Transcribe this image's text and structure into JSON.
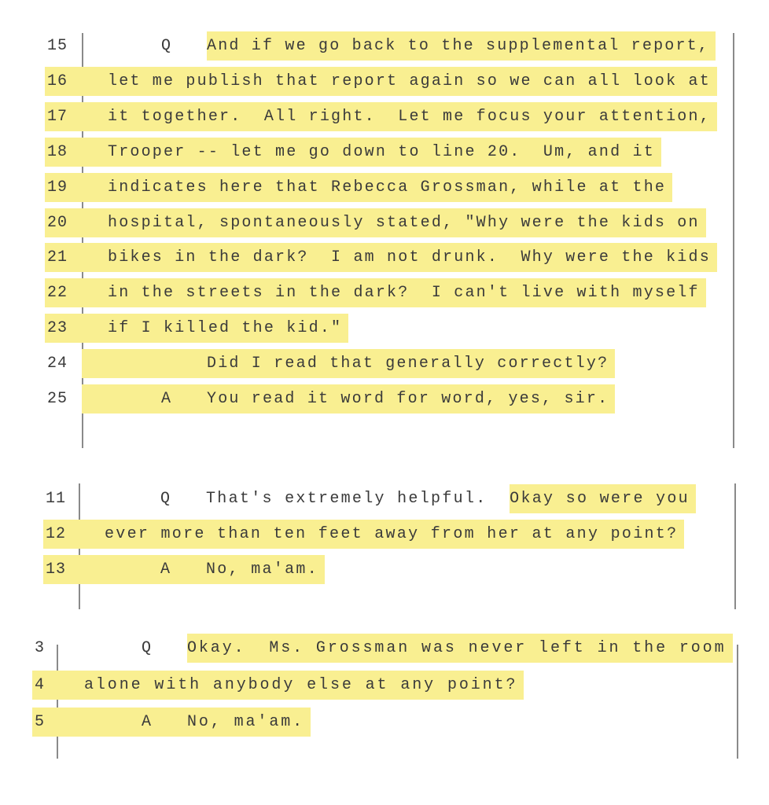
{
  "highlight_color": "#f9ef91",
  "excerpts": [
    {
      "lines": [
        {
          "num": "15",
          "marker": "Q",
          "text": "And if we go back to the supplemental report,",
          "hl": "text"
        },
        {
          "num": "16",
          "marker": "",
          "text": "let me publish that report again so we can all look at",
          "hl": "full"
        },
        {
          "num": "17",
          "marker": "",
          "text": "it together.  All right.  Let me focus your attention,",
          "hl": "full"
        },
        {
          "num": "18",
          "marker": "",
          "text": "Trooper -- let me go down to line 20.  Um, and it",
          "hl": "full"
        },
        {
          "num": "19",
          "marker": "",
          "text": "indicates here that Rebecca Grossman, while at the",
          "hl": "full"
        },
        {
          "num": "20",
          "marker": "",
          "text": "hospital, spontaneously stated, \"Why were the kids on",
          "hl": "full"
        },
        {
          "num": "21",
          "marker": "",
          "text": "bikes in the dark?  I am not drunk.  Why were the kids",
          "hl": "full"
        },
        {
          "num": "22",
          "marker": "",
          "text": "in the streets in the dark?  I can't live with myself",
          "hl": "full"
        },
        {
          "num": "23",
          "marker": "",
          "text": "if I killed the kid.\"",
          "hl": "full"
        },
        {
          "num": "24",
          "marker": " ",
          "text": "Did I read that generally correctly?",
          "hl": "content"
        },
        {
          "num": "25",
          "marker": "A",
          "text": "You read it word for word, yes, sir.",
          "hl": "content"
        }
      ]
    },
    {
      "lines": [
        {
          "num": "11",
          "marker": "Q",
          "lead": "That's extremely helpful.  ",
          "text": "Okay so were you",
          "hl": "text"
        },
        {
          "num": "12",
          "marker": "",
          "text": "ever more than ten feet away from her at any point?",
          "hl": "full"
        },
        {
          "num": "13",
          "marker": "A",
          "text": "No, ma'am.",
          "hl": "full"
        }
      ]
    },
    {
      "lines": [
        {
          "num": "3",
          "marker": "Q",
          "text": "Okay.  Ms. Grossman was never left in the room",
          "hl": "text"
        },
        {
          "num": "4",
          "marker": "",
          "text": "alone with anybody else at any point?",
          "hl": "full"
        },
        {
          "num": "5",
          "marker": "A",
          "text": "No, ma'am.",
          "hl": "full"
        }
      ]
    }
  ]
}
